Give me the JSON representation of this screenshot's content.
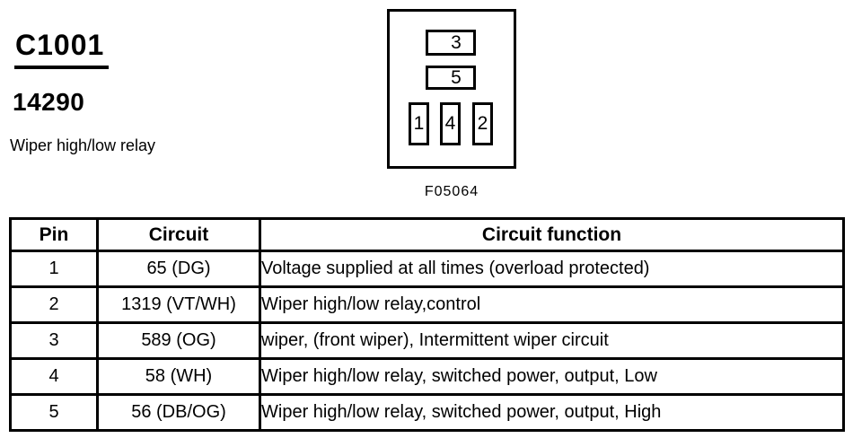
{
  "header": {
    "connector_id": "C1001",
    "part_number": "14290",
    "description": "Wiper high/low relay"
  },
  "connector": {
    "figure_label": "F05064",
    "cavity_labels": [
      "3",
      "5",
      "1",
      "4",
      "2"
    ]
  },
  "table": {
    "headers": [
      "Pin",
      "Circuit",
      "Circuit function"
    ],
    "rows": [
      [
        "1",
        "65 (DG)",
        "Voltage supplied at all times (overload protected)"
      ],
      [
        "2",
        "1319 (VT/WH)",
        "Wiper high/low relay,control"
      ],
      [
        "3",
        "589 (OG)",
        "wiper, (front wiper), Intermittent wiper circuit"
      ],
      [
        "4",
        "58 (WH)",
        "Wiper high/low relay, switched power, output, Low"
      ],
      [
        "5",
        "56 (DB/OG)",
        "Wiper high/low relay, switched power, output, High"
      ]
    ]
  },
  "colors": {
    "ink": "#000000",
    "background": "#ffffff"
  }
}
